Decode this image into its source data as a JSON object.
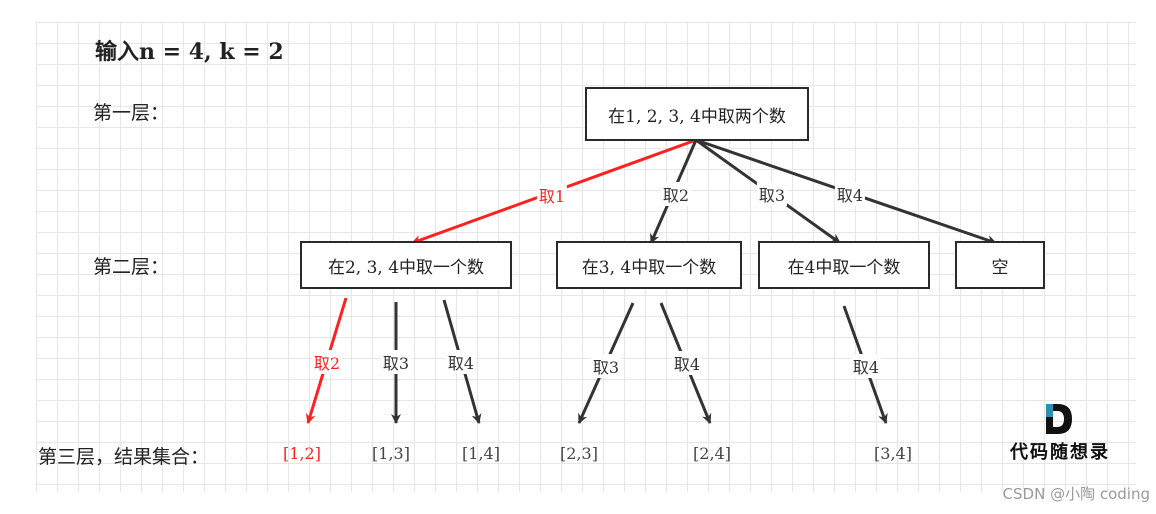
{
  "title": "输入n = 4, k = 2",
  "layers": {
    "first": "第一层：",
    "second": "第二层：",
    "third": "第三层，结果集合："
  },
  "nodes": {
    "root": "在1, 2, 3, 4中取两个数",
    "n234": "在2, 3, 4中取一个数",
    "n34": "在3, 4中取一个数",
    "n4": "在4中取一个数",
    "empty": "空"
  },
  "edges": {
    "root_n234": "取1",
    "root_n34": "取2",
    "root_n4": "取3",
    "root_empty": "取4",
    "n234_12": "取2",
    "n234_13": "取3",
    "n234_14": "取4",
    "n34_23": "取3",
    "n34_24": "取4",
    "n4_34": "取4"
  },
  "results": [
    "[1,2]",
    "[1,3]",
    "[1,4]",
    "[2,3]",
    "[2,4]",
    "[3,4]"
  ],
  "highlight_color": "#ff2020",
  "logo": {
    "icon": "d-logo-icon",
    "text": "代码随想录"
  },
  "watermark": "CSDN @小陶 coding"
}
